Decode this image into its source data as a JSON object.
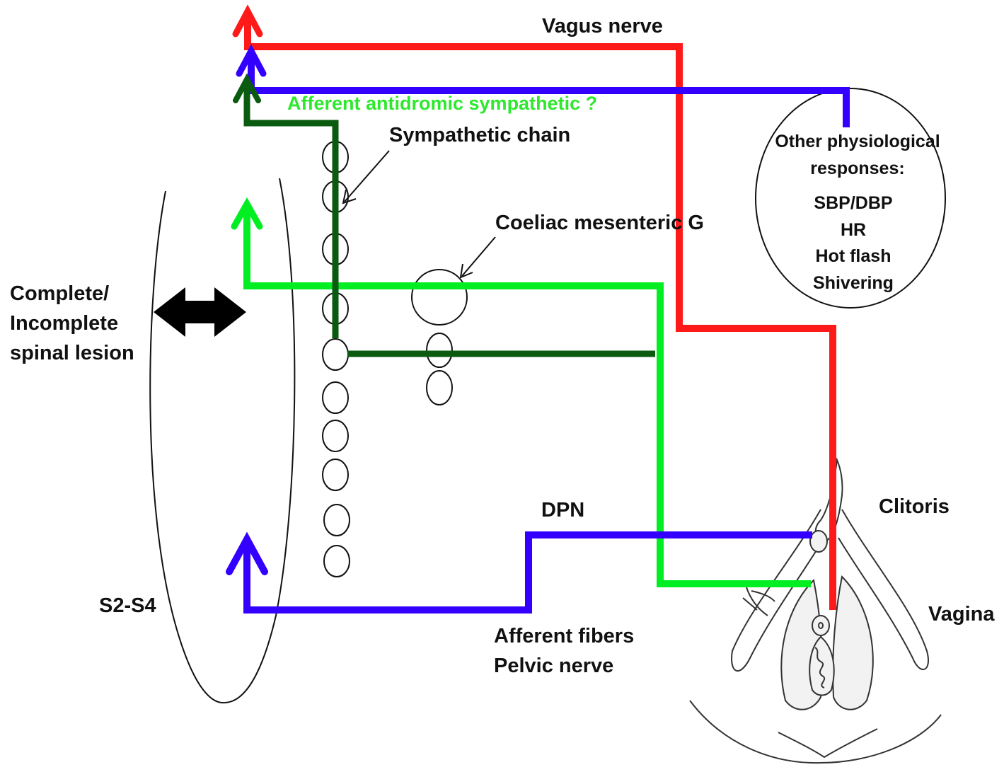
{
  "labels": {
    "vagus": "Vagus nerve",
    "afferent_antidromic": "Afferent antidromic sympathetic ?",
    "sympathetic_chain": "Sympathetic chain",
    "coeliac": "Coeliac mesenteric G",
    "lesion_line1": "Complete/",
    "lesion_line2": "Incomplete",
    "lesion_line3": "spinal lesion",
    "other_line1": "Other physiological",
    "other_line2": "responses:",
    "response_1": "SBP/DBP",
    "response_2": "HR",
    "response_3": "Hot flash",
    "response_4": "Shivering",
    "dpn": "DPN",
    "clitoris": "Clitoris",
    "vagina": "Vagina",
    "s2s4": "S2-S4",
    "afferent_fibers": "Afferent fibers",
    "pelvic_nerve": "Pelvic nerve"
  },
  "colors": {
    "vagus": "#ff1a1a",
    "dpn_pelvic": "#3300ff",
    "sympathetic_green": "#00ee22",
    "sympathetic_dark": "#0a5a10",
    "antidromic_text": "#2ee82e",
    "lesion_arrow": "#000000",
    "text": "#111111"
  }
}
